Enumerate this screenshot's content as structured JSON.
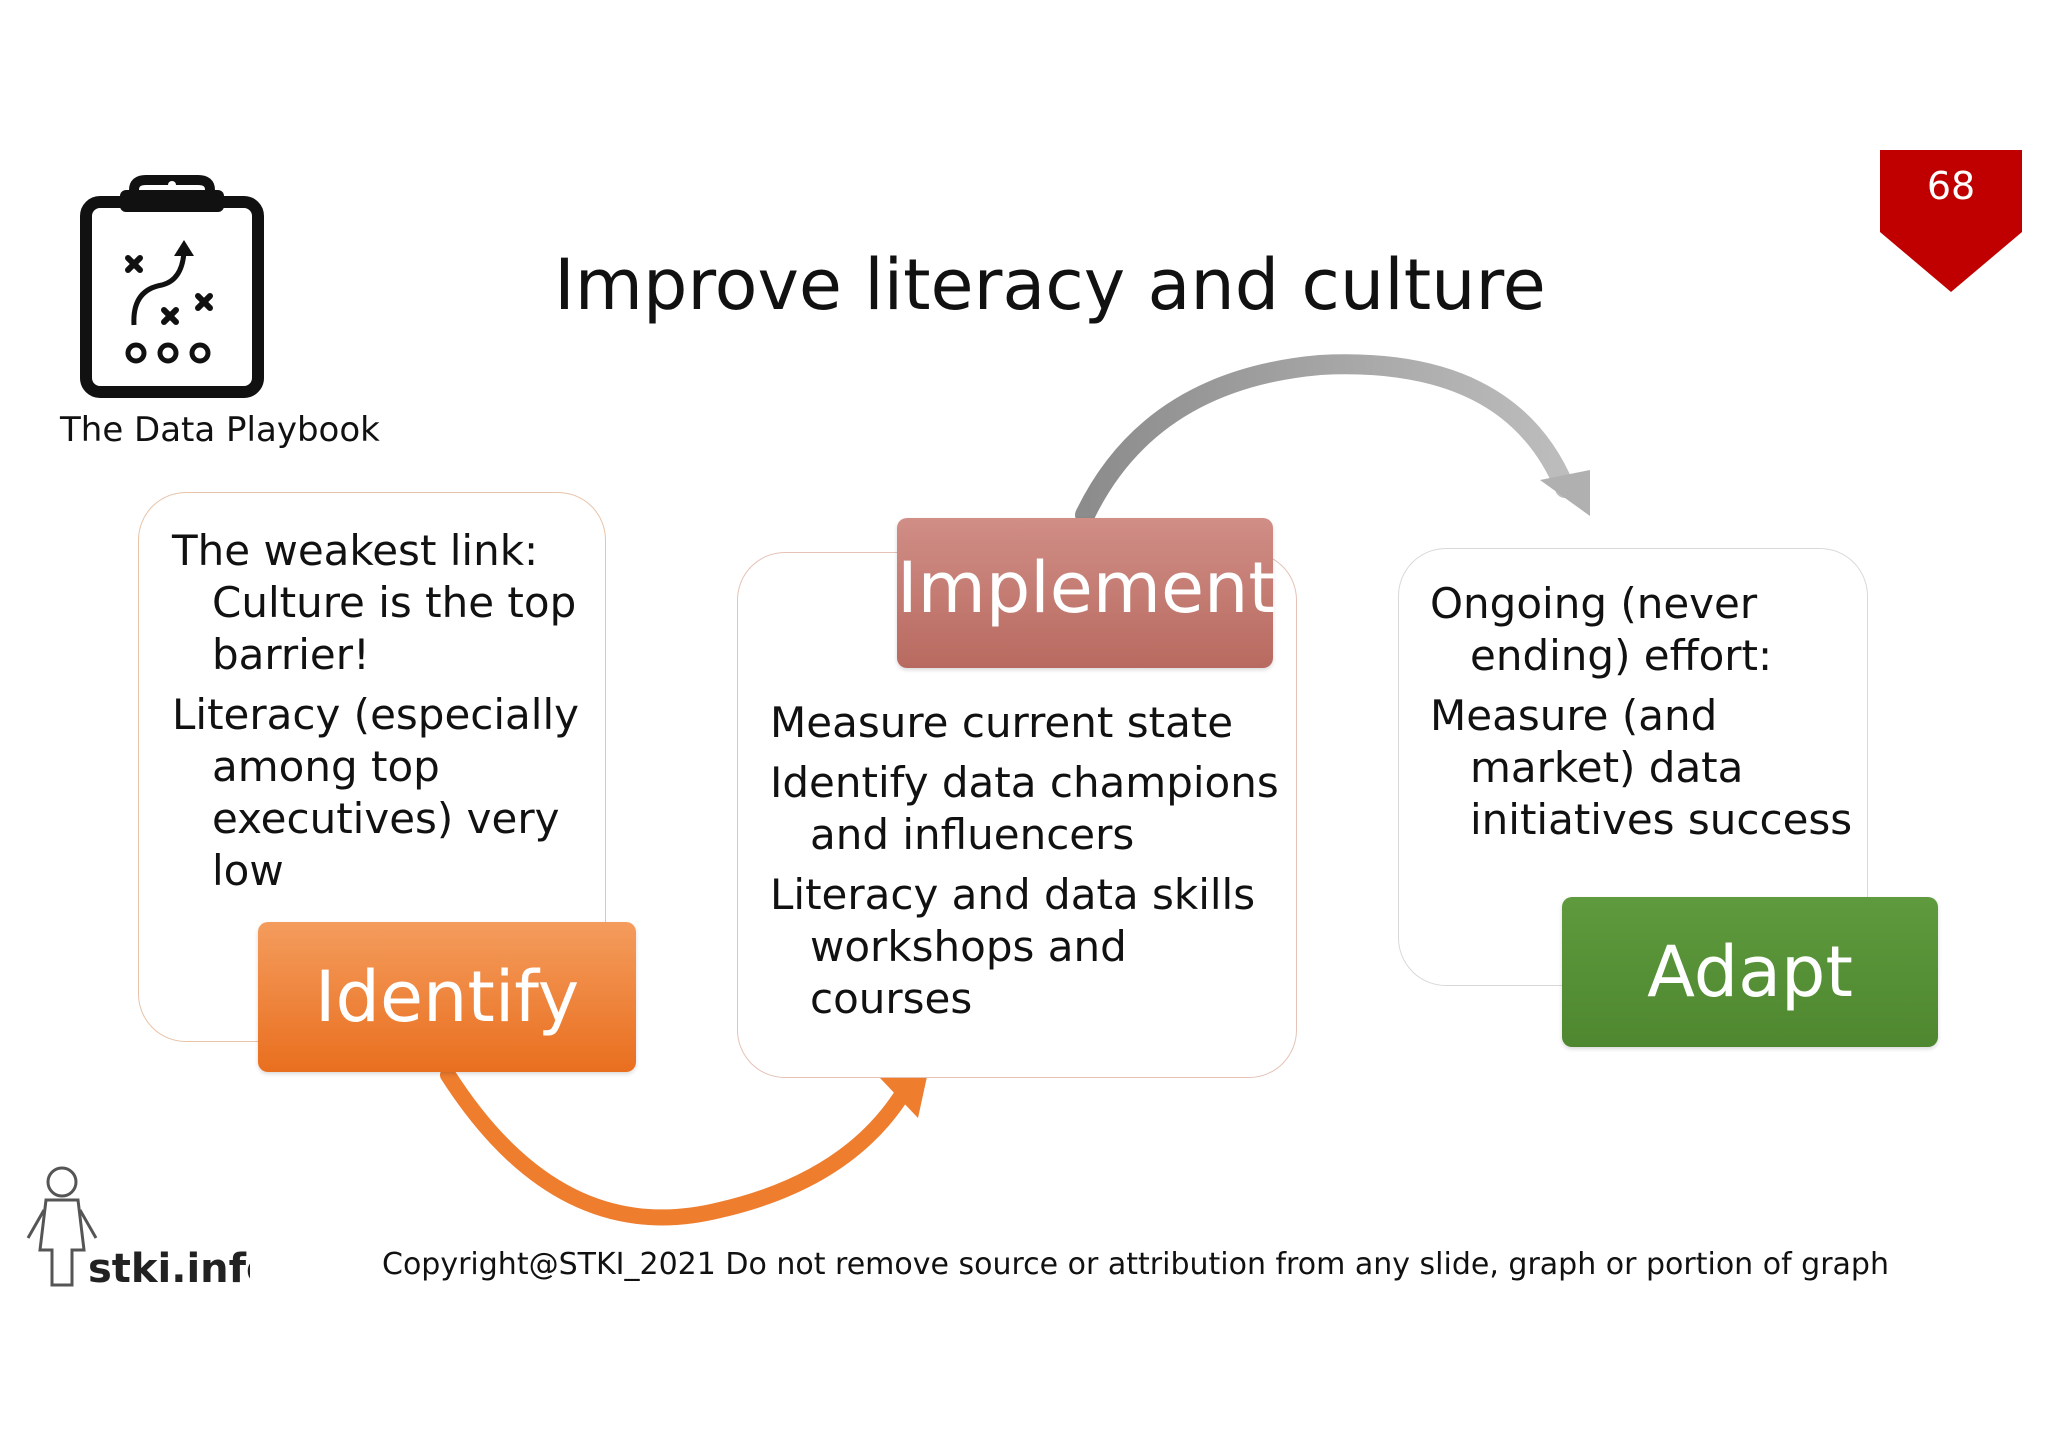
{
  "page": {
    "title": "Improve literacy and culture",
    "page_number": "68",
    "logo_caption": "The Data Playbook"
  },
  "diagram": {
    "identify": {
      "label": "Identify",
      "lines": [
        "The weakest link: Culture is the top barrier!",
        "Literacy (especially among top executives) very low"
      ]
    },
    "implement": {
      "label": "Implement",
      "lines": [
        "Measure current state",
        "Identify data champions and influencers",
        "Literacy and data skills workshops and courses"
      ]
    },
    "adapt": {
      "label": "Adapt",
      "lines": [
        "Ongoing (never ending) effort:",
        "Measure (and market) data initiatives success"
      ]
    }
  },
  "footer": {
    "brand": "stki.info",
    "copyright": "Copyright@STKI_2021 Do not remove source or attribution from any slide, graph or portion of graph"
  },
  "colors": {
    "identify": "#ED7D31",
    "implement": "#C0776D",
    "adapt": "#548235",
    "badge": "#C00000",
    "arrow_grey": "#A6A6A6"
  },
  "icons": [
    "playbook-clipboard-icon",
    "stki-figure-icon"
  ]
}
